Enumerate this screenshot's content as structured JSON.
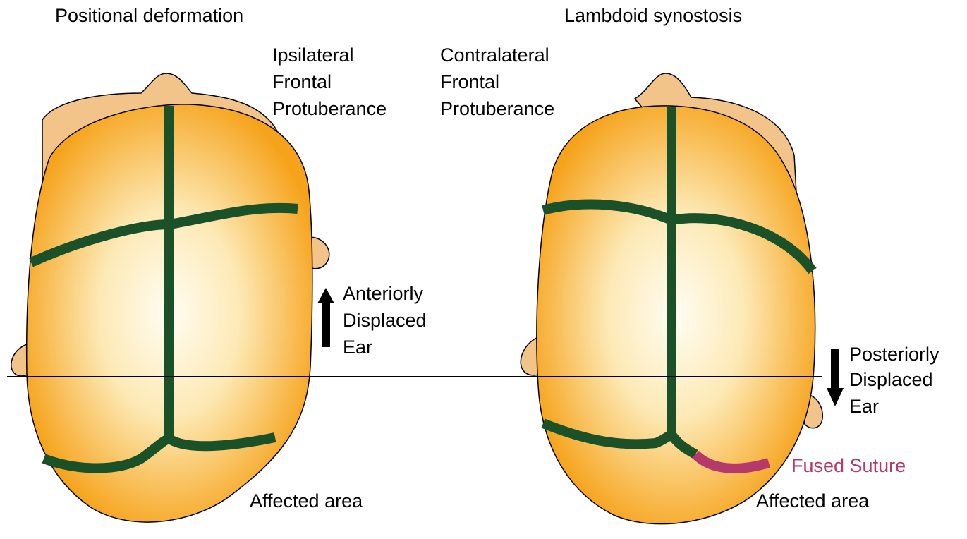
{
  "panels": {
    "left": {
      "title": "Positional deformation",
      "protuberance_label": [
        "Ipsilateral",
        "Frontal",
        "Protuberance"
      ],
      "ear_label": [
        "Anteriorly",
        "Displaced",
        "Ear"
      ],
      "ear_arrow": "up",
      "affected_label": "Affected area"
    },
    "right": {
      "title": "Lambdoid synostosis",
      "protuberance_label": [
        "Contralateral",
        "Frontal",
        "Protuberance"
      ],
      "ear_label": [
        "Posteriorly",
        "Displaced",
        "Ear"
      ],
      "ear_arrow": "down",
      "fused_label": "Fused Suture",
      "affected_label": "Affected area"
    }
  },
  "colors": {
    "skull_bone": "#f6a21a",
    "skull_highlight": "#fffdf3",
    "brow_tan": "#f3c48a",
    "suture_green": "#1b5128",
    "fused_suture": "#b5396b",
    "label_fused": "#b5396b"
  }
}
